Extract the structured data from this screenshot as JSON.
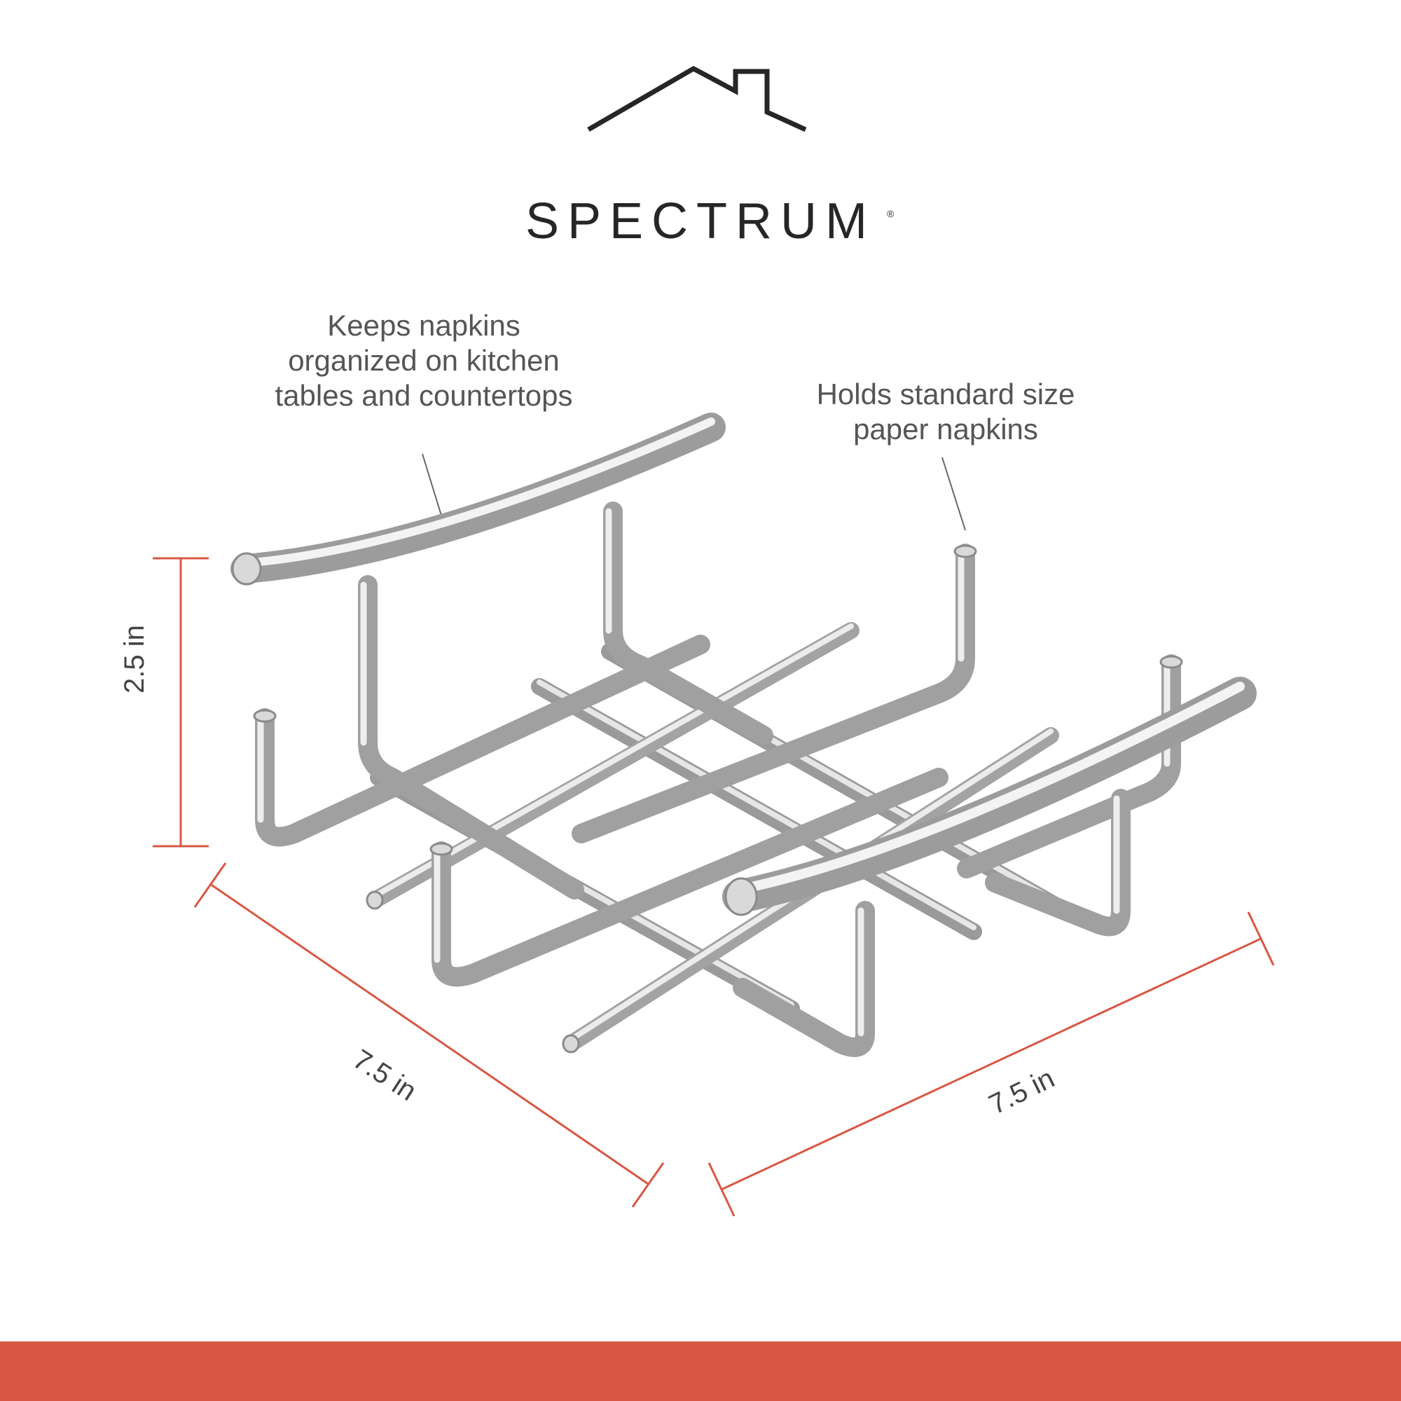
{
  "brand": {
    "name": "SPECTRUM",
    "registered_mark": "®",
    "logo_icon": "house-roof-icon"
  },
  "callouts": {
    "left": "Keeps napkins organized on kitchen tables and countertops",
    "right": "Holds standard size paper napkins"
  },
  "dimensions": {
    "height": "2.5 in",
    "depth": "7.5 in",
    "width": "7.5 in"
  },
  "colors": {
    "accent": "#d85744",
    "text": "#555555",
    "brand": "#262626",
    "chrome": "#b8b8b8"
  },
  "product": {
    "icon": "napkin-holder-product-image"
  }
}
